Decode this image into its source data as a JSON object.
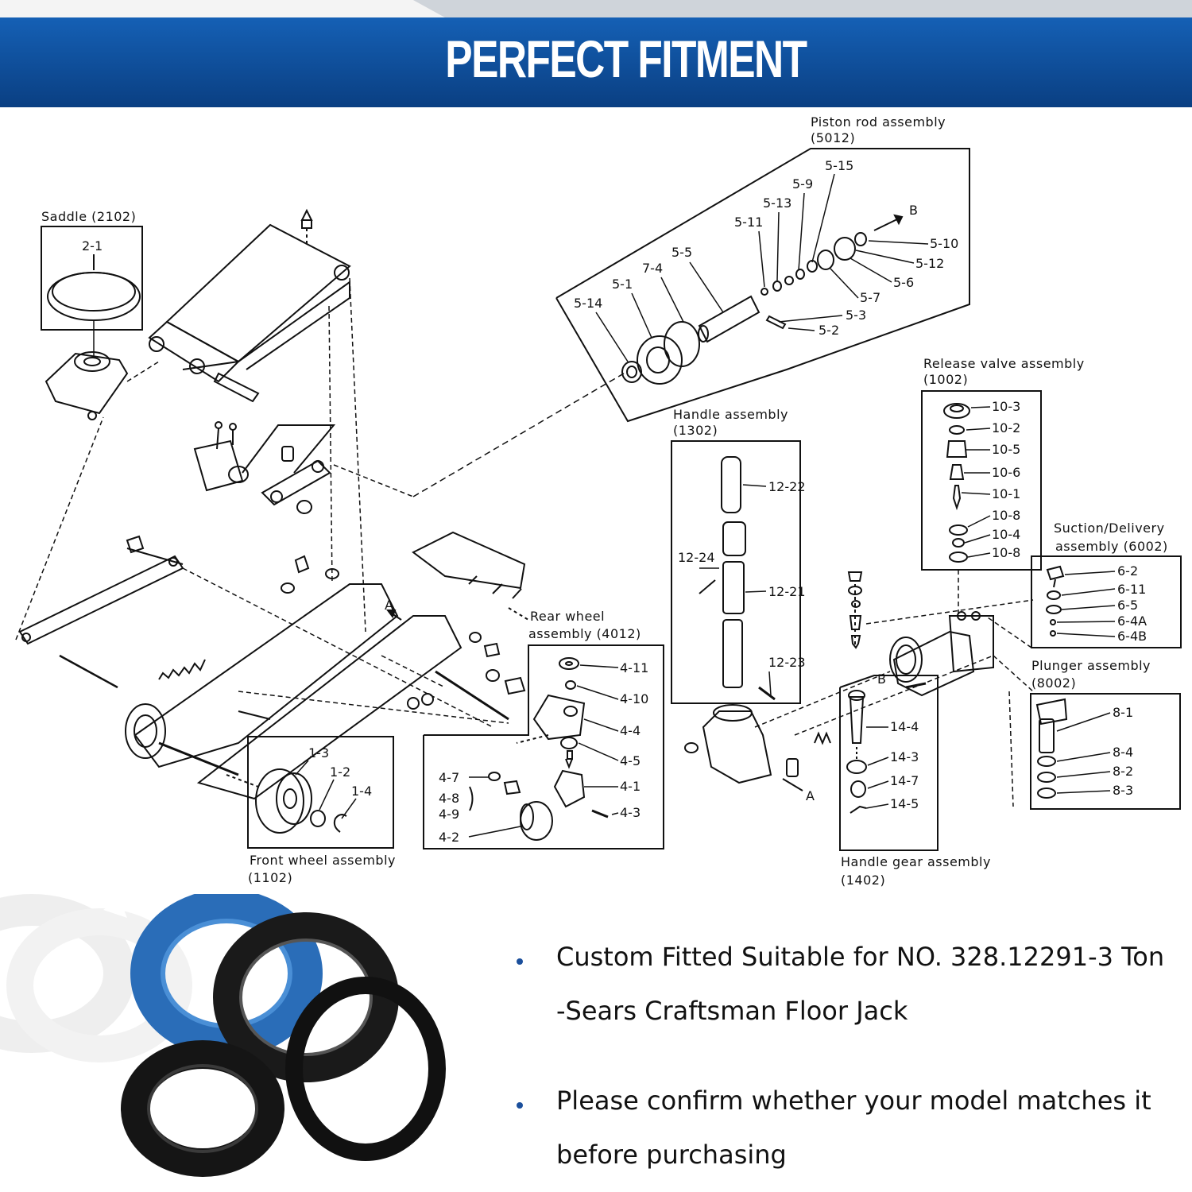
{
  "colors": {
    "banner": "#0d4f9e",
    "banner_dark": "#0a3a78",
    "bullet": "#1b4f9c",
    "blue_seal": "#2a6db8"
  },
  "banner": {
    "title": "PERFECT FITMENT"
  },
  "diagram": {
    "saddle": {
      "title": "Saddle (2102)",
      "parts": [
        "2-1"
      ]
    },
    "piston_rod": {
      "title": "Piston rod assembly",
      "code": "(5012)",
      "parts": [
        "5-15",
        "5-9",
        "5-13",
        "5-11",
        "5-5",
        "7-4",
        "5-1",
        "5-14",
        "5-10",
        "5-12",
        "5-6",
        "5-7",
        "5-3",
        "5-2"
      ],
      "arrow": "B"
    },
    "release_valve": {
      "title": "Release valve assembly",
      "code": "(1002)",
      "parts": [
        "10-3",
        "10-2",
        "10-5",
        "10-6",
        "10-1",
        "10-8",
        "10-4",
        "10-8"
      ]
    },
    "handle": {
      "title": "Handle assembly",
      "code": "(1302)",
      "parts": [
        "12-22",
        "12-24",
        "12-21",
        "12-23"
      ]
    },
    "suction": {
      "title": "Suction/Delivery",
      "code": "assembly (6002)",
      "parts": [
        "6-2",
        "6-11",
        "6-5",
        "6-4A",
        "6-4B"
      ]
    },
    "plunger": {
      "title": "Plunger assembly",
      "code": "(8002)",
      "parts": [
        "8-1",
        "8-4",
        "8-2",
        "8-3"
      ]
    },
    "rear_wheel": {
      "title": "Rear wheel",
      "code": "assembly (4012)",
      "parts": [
        "4-11",
        "4-10",
        "4-4",
        "4-5",
        "4-1",
        "4-3",
        "4-7",
        "4-8",
        "4-9",
        "4-2"
      ]
    },
    "front_wheel": {
      "title": "Front wheel assembly",
      "code": "(1102)",
      "parts": [
        "1-3",
        "1-2",
        "1-4"
      ]
    },
    "handle_gear": {
      "title": "Handle gear assembly",
      "code": "(1402)",
      "parts": [
        "14-4",
        "14-3",
        "14-7",
        "14-5"
      ]
    },
    "markers": {
      "a": "A",
      "b": "B"
    }
  },
  "bullets": [
    {
      "line1": " Custom Fitted Suitable for NO. 328.12291-3 Ton",
      "line2": "-Sears Craftsman Floor Jack"
    },
    {
      "line1": "Please confirm whether your model matches it",
      "line2": "before purchasing"
    }
  ]
}
